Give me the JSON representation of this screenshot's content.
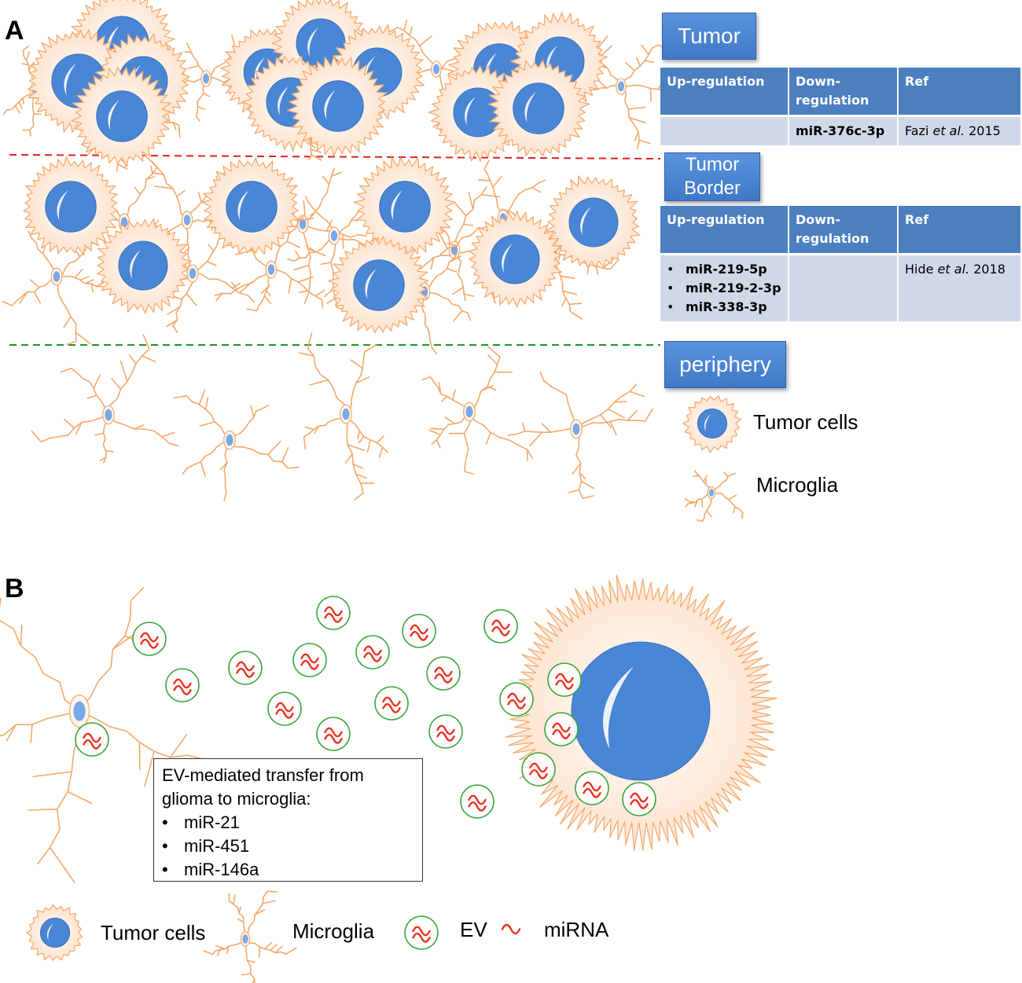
{
  "panel_a": {
    "label": "A",
    "zones": [
      {
        "title": "Tumor",
        "table": {
          "headers": [
            "Up-regulation",
            "Down-\nregulation",
            "Ref"
          ],
          "up": [],
          "down": [
            "miR-376c-3p"
          ],
          "ref_author": "Fazi ",
          "ref_etal": "et al.",
          "ref_year": " 2015"
        }
      },
      {
        "title": "Tumor\nBorder",
        "table": {
          "headers": [
            "Up-regulation",
            "Down-\nregulation",
            "Ref"
          ],
          "up": [
            "miR-219-5p",
            "miR-219-2-3p",
            "miR-338-3p"
          ],
          "down": [],
          "ref_author": "Hide ",
          "ref_etal": "et al.",
          "ref_year": " 2018"
        }
      },
      {
        "title": "periphery"
      }
    ],
    "legend": {
      "tumor_cells": "Tumor cells",
      "microglia": "Microglia"
    }
  },
  "panel_b": {
    "label": "B",
    "box_title": "EV-mediated transfer from glioma to microglia:",
    "box_items": [
      "miR-21",
      "miR-451",
      "miR-146a"
    ],
    "legend": {
      "tumor_cells": "Tumor cells",
      "microglia": "Microglia",
      "ev": "EV",
      "mirna": "miRNA"
    }
  },
  "colors": {
    "zone_button": "#4a86d6",
    "tumor_divider": "#e02020",
    "border_divider": "#1a9a1a",
    "nucleus": "#4a86d6",
    "microglia": "#f5a86a",
    "ev_ring": "#3aa63a",
    "mirna": "#e8321e"
  }
}
